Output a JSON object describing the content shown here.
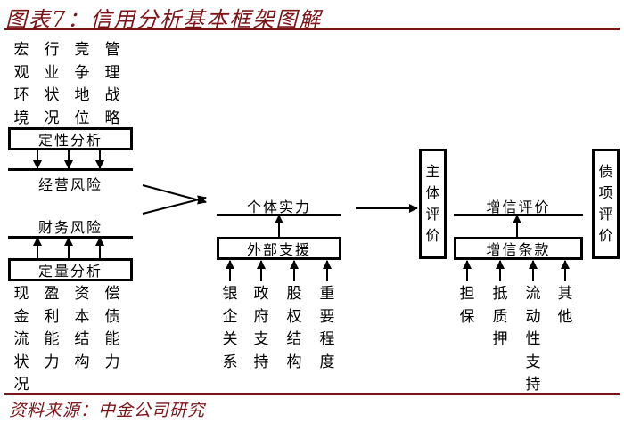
{
  "header": {
    "title": "图表7：信用分析基本框架图解"
  },
  "footer": {
    "source": "资料来源：中金公司研究"
  },
  "diagram": {
    "qualitative": {
      "factors": [
        "宏观环境",
        "行业状况",
        "竞争地位",
        "管理战略"
      ],
      "box_label": "定性分析",
      "output_label": "经营风险"
    },
    "quantitative": {
      "output_label": "财务风险",
      "box_label": "定量分析",
      "factors": [
        "现金流状况",
        "盈利能力",
        "资本结构",
        "偿债能力"
      ]
    },
    "individual": {
      "label": "个体实力",
      "support_box": "外部支援",
      "factors": [
        "银企关系",
        "政府支持",
        "股权结构",
        "重要程度"
      ]
    },
    "entity_rating": {
      "label": "主体评价"
    },
    "credit_enhancement": {
      "label": "增信评价",
      "terms_box": "增信条款",
      "factors": [
        "担保",
        "抵质押",
        "流动性支持",
        "其他"
      ]
    },
    "debt_rating": {
      "label": "债项评价"
    }
  }
}
